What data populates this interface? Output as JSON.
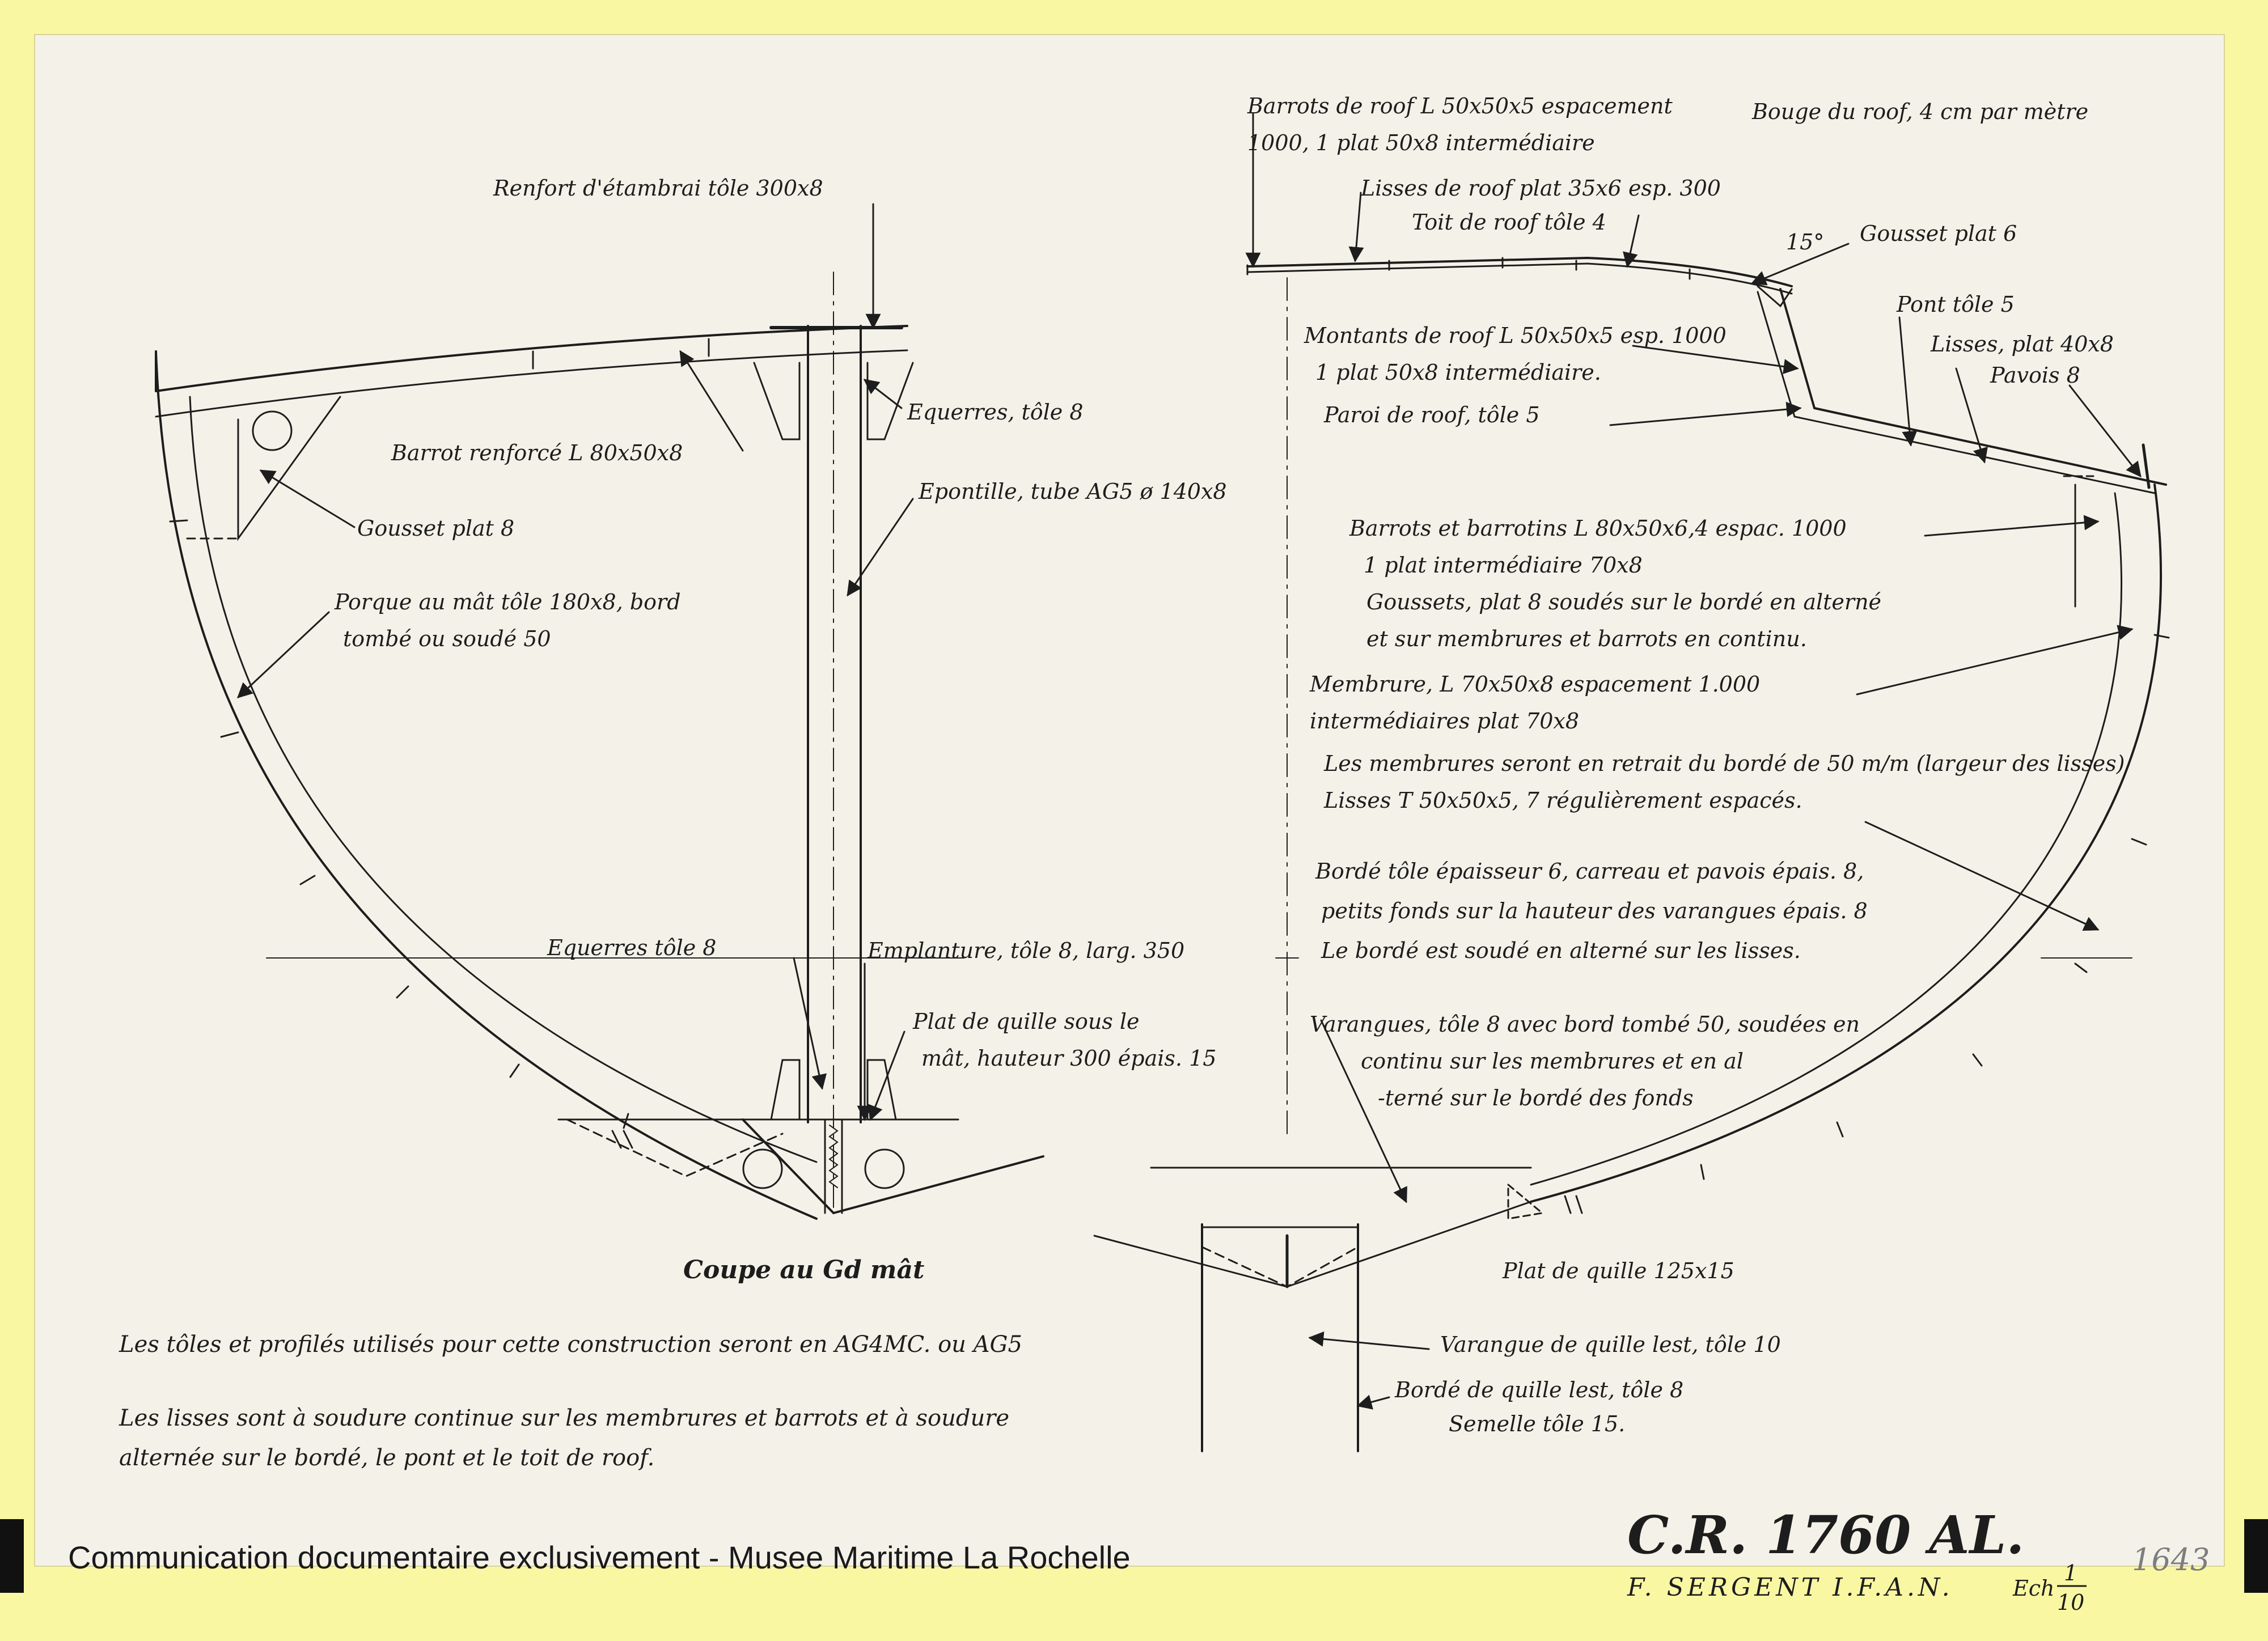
{
  "section_title": "Coupe au Gd mât",
  "left_labels": {
    "renfort": "Renfort d'étambrai tôle 300x8",
    "equerres_top": "Equerres, tôle 8",
    "barrot": "Barrot renforcé L 80x50x8",
    "epontille": "Epontille, tube AG5 ø 140x8",
    "gousset": "Gousset plat 8",
    "porque_1": "Porque au mât tôle 180x8, bord",
    "porque_2": "tombé ou soudé 50",
    "equerres_bottom": "Equerres tôle 8",
    "emplanture": "Emplanture, tôle 8, larg. 350",
    "plat_quille_1": "Plat de quille sous le",
    "plat_quille_2": "mât, hauteur 300 épais. 15"
  },
  "right_labels": {
    "barrots_roof_1": "Barrots de roof L 50x50x5 espacement",
    "barrots_roof_2": "1000, 1 plat 50x8 intermédiaire",
    "bouge": "Bouge du roof, 4 cm par mètre",
    "lisses_roof": "Lisses de roof plat 35x6 esp. 300",
    "toit_roof": "Toit de roof tôle 4",
    "angle": "15°",
    "gousset_right": "Gousset plat 6",
    "pont": "Pont tôle 5",
    "lisses_pont": "Lisses, plat 40x8",
    "pavois": "Pavois 8",
    "montants_1": "Montants de roof L 50x50x5 esp. 1000",
    "montants_2": "1 plat 50x8 intermédiaire.",
    "paroi": "Paroi de roof, tôle 5",
    "barrots_barrotins_1": "Barrots et barrotins L 80x50x6,4 espac. 1000",
    "barrots_barrotins_2": "1 plat intermédiaire 70x8",
    "goussets_1": "Goussets, plat 8 soudés sur le bordé en alterné",
    "goussets_2": "et sur membrures et barrots en continu.",
    "membrure_1": "Membrure, L 70x50x8 espacement 1.000",
    "membrure_2": "intermédiaires plat 70x8",
    "retrait": "Les membrures seront en retrait du bordé de 50 m/m (largeur des lisses)",
    "lisses_t": "Lisses T 50x50x5, 7 régulièrement espacés.",
    "borde_1": "Bordé tôle épaisseur 6, carreau et pavois épais. 8,",
    "borde_2": "petits fonds sur la hauteur des varangues épais. 8",
    "borde_3": "Le bordé est soudé en alterné sur les lisses.",
    "varangues_1": "Varangues, tôle 8 avec bord tombé 50, soudées en",
    "varangues_2": "continu sur les membrures et en al",
    "varangues_3": "-terné sur le bordé des fonds",
    "plat_quille": "Plat de quille 125x15",
    "varangue_lest": "Varangue de quille lest, tôle 10",
    "borde_lest": "Bordé de quille lest, tôle 8",
    "semelle": "Semelle tôle 15."
  },
  "notes": {
    "line_1": "Les tôles et profilés utilisés pour cette construction seront en AG4MC. ou AG5",
    "line_2": "Les lisses sont à soudure continue sur les membrures et barrots et à soudure",
    "line_3": "alternée sur le bordé, le pont et le toit de roof."
  },
  "title_block": {
    "code": "C.R. 1760 AL.",
    "author": "F. SERGENT I.F.A.N.",
    "scale_prefix": "Ech",
    "scale_num": "1",
    "scale_den": "10",
    "pencil": "1643"
  },
  "watermark": "Communication documentaire exclusivement - Musee Maritime La Rochelle",
  "colors": {
    "backing": "#faf7a3",
    "paper": "#f4f2e8",
    "ink": "#1d1d1d"
  }
}
